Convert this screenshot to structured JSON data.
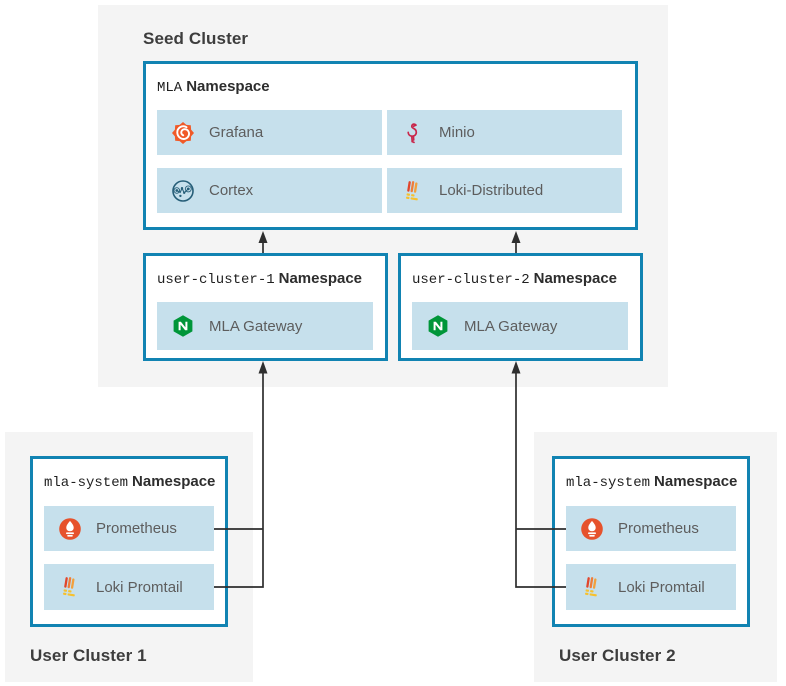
{
  "colors": {
    "cluster_background": "#f4f4f4",
    "namespace_border": "#1183b2",
    "service_row_background": "#c6e0ec",
    "connector": "#2e2e2e",
    "grafana_orange": "#F05A28",
    "minio_pink": "#C9274B",
    "cortex_blue": "#265e78",
    "loki_orange": "#ef7d3a",
    "loki_yellow": "#f6c12f",
    "nginx_green": "#009639",
    "prometheus_red": "#E6522C"
  },
  "seed_cluster": {
    "title": "Seed Cluster",
    "mla_namespace": {
      "name": "MLA",
      "type_label": "Namespace",
      "services": [
        {
          "label": "Grafana",
          "icon": "grafana-icon"
        },
        {
          "label": "Minio",
          "icon": "minio-icon"
        },
        {
          "label": "Cortex",
          "icon": "cortex-icon"
        },
        {
          "label": "Loki-Distributed",
          "icon": "loki-icon"
        }
      ]
    },
    "gateway_namespaces": [
      {
        "name": "user-cluster-1",
        "type_label": "Namespace",
        "services": [
          {
            "label": "MLA Gateway",
            "icon": "nginx-icon"
          }
        ]
      },
      {
        "name": "user-cluster-2",
        "type_label": "Namespace",
        "services": [
          {
            "label": "MLA Gateway",
            "icon": "nginx-icon"
          }
        ]
      }
    ]
  },
  "user_clusters": [
    {
      "title": "User Cluster 1",
      "namespace": {
        "name": "mla-system",
        "type_label": "Namespace",
        "services": [
          {
            "label": "Prometheus",
            "icon": "prometheus-icon"
          },
          {
            "label": "Loki Promtail",
            "icon": "loki-icon"
          }
        ]
      }
    },
    {
      "title": "User Cluster 2",
      "namespace": {
        "name": "mla-system",
        "type_label": "Namespace",
        "services": [
          {
            "label": "Prometheus",
            "icon": "prometheus-icon"
          },
          {
            "label": "Loki Promtail",
            "icon": "loki-icon"
          }
        ]
      }
    }
  ]
}
